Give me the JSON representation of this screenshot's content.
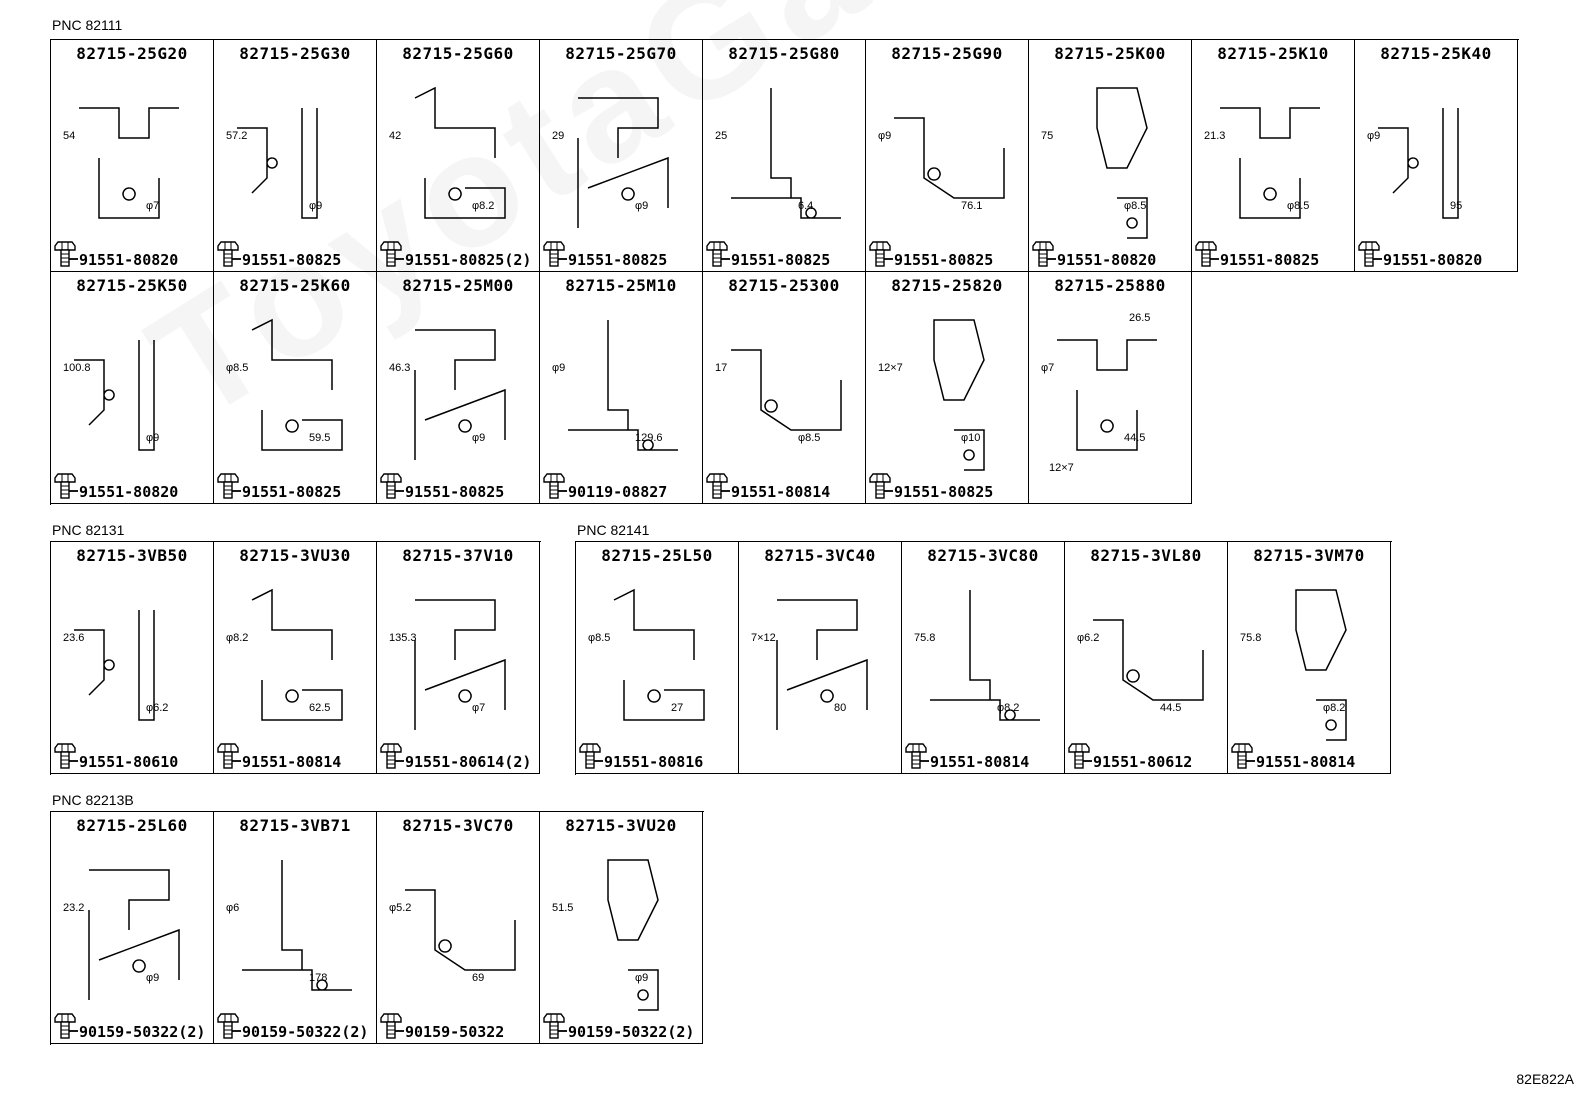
{
  "sections": [
    {
      "pnc": "PNC 82111",
      "rows": [
        [
          {
            "part": "82715-25G20",
            "bolt": "91551-80820",
            "dims": [
              "54",
              "φ7"
            ]
          },
          {
            "part": "82715-25G30",
            "bolt": "91551-80825",
            "dims": [
              "57.2",
              "φ9"
            ]
          },
          {
            "part": "82715-25G60",
            "bolt": "91551-80825(2)",
            "dims": [
              "42",
              "φ8.2"
            ]
          },
          {
            "part": "82715-25G70",
            "bolt": "91551-80825",
            "dims": [
              "29",
              "φ9"
            ]
          },
          {
            "part": "82715-25G80",
            "bolt": "91551-80825",
            "dims": [
              "25",
              "6.4"
            ]
          },
          {
            "part": "82715-25G90",
            "bolt": "91551-80825",
            "dims": [
              "φ9",
              "76.1"
            ]
          },
          {
            "part": "82715-25K00",
            "bolt": "91551-80820",
            "dims": [
              "75",
              "φ8.5"
            ]
          },
          {
            "part": "82715-25K10",
            "bolt": "91551-80825",
            "dims": [
              "21.3",
              "φ8.5"
            ]
          },
          {
            "part": "82715-25K40",
            "bolt": "91551-80820",
            "dims": [
              "φ9",
              "95"
            ]
          }
        ],
        [
          {
            "part": "82715-25K50",
            "bolt": "91551-80820",
            "dims": [
              "100.8",
              "φ9"
            ]
          },
          {
            "part": "82715-25K60",
            "bolt": "91551-80825",
            "dims": [
              "φ8.5",
              "59.5"
            ]
          },
          {
            "part": "82715-25M00",
            "bolt": "91551-80825",
            "dims": [
              "46.3",
              "φ9"
            ]
          },
          {
            "part": "82715-25M10",
            "bolt": "90119-08827",
            "dims": [
              "φ9",
              "129.6"
            ]
          },
          {
            "part": "82715-25300",
            "bolt": "91551-80814",
            "dims": [
              "17",
              "φ8.5"
            ]
          },
          {
            "part": "82715-25820",
            "bolt": "91551-80825",
            "dims": [
              "12×7",
              "φ10"
            ]
          },
          {
            "part": "82715-25880",
            "bolt": "",
            "dims": [
              "φ7",
              "44.5",
              "26.5",
              "12×7"
            ]
          }
        ]
      ]
    },
    {
      "pnc": "PNC 82131",
      "rows": [
        [
          {
            "part": "82715-3VB50",
            "bolt": "91551-80610",
            "dims": [
              "23.6",
              "φ6.2"
            ]
          },
          {
            "part": "82715-3VU30",
            "bolt": "91551-80814",
            "dims": [
              "φ8.2",
              "62.5"
            ]
          },
          {
            "part": "82715-37V10",
            "bolt": "91551-80614(2)",
            "dims": [
              "135.3",
              "φ7"
            ]
          }
        ]
      ]
    },
    {
      "pnc": "PNC 82141",
      "rows": [
        [
          {
            "part": "82715-25L50",
            "bolt": "91551-80816",
            "dims": [
              "φ8.5",
              "27"
            ]
          },
          {
            "part": "82715-3VC40",
            "bolt": "",
            "dims": [
              "7×12",
              "80"
            ]
          },
          {
            "part": "82715-3VC80",
            "bolt": "91551-80814",
            "dims": [
              "75.8",
              "φ8.2"
            ]
          },
          {
            "part": "82715-3VL80",
            "bolt": "91551-80612",
            "dims": [
              "φ6.2",
              "44.5"
            ]
          },
          {
            "part": "82715-3VM70",
            "bolt": "91551-80814",
            "dims": [
              "75.8",
              "φ8.2"
            ]
          }
        ]
      ]
    },
    {
      "pnc": "PNC 82213B",
      "rows": [
        [
          {
            "part": "82715-25L60",
            "bolt": "90159-50322(2)",
            "dims": [
              "23.2",
              "φ9"
            ]
          },
          {
            "part": "82715-3VB71",
            "bolt": "90159-50322(2)",
            "dims": [
              "φ6",
              "178"
            ]
          },
          {
            "part": "82715-3VC70",
            "bolt": "90159-50322",
            "dims": [
              "φ5.2",
              "69"
            ]
          },
          {
            "part": "82715-3VU20",
            "bolt": "90159-50322(2)",
            "dims": [
              "51.5",
              "φ9"
            ]
          }
        ]
      ]
    }
  ],
  "code": "82E822A",
  "watermark": "ToyotaGarMire.ru"
}
